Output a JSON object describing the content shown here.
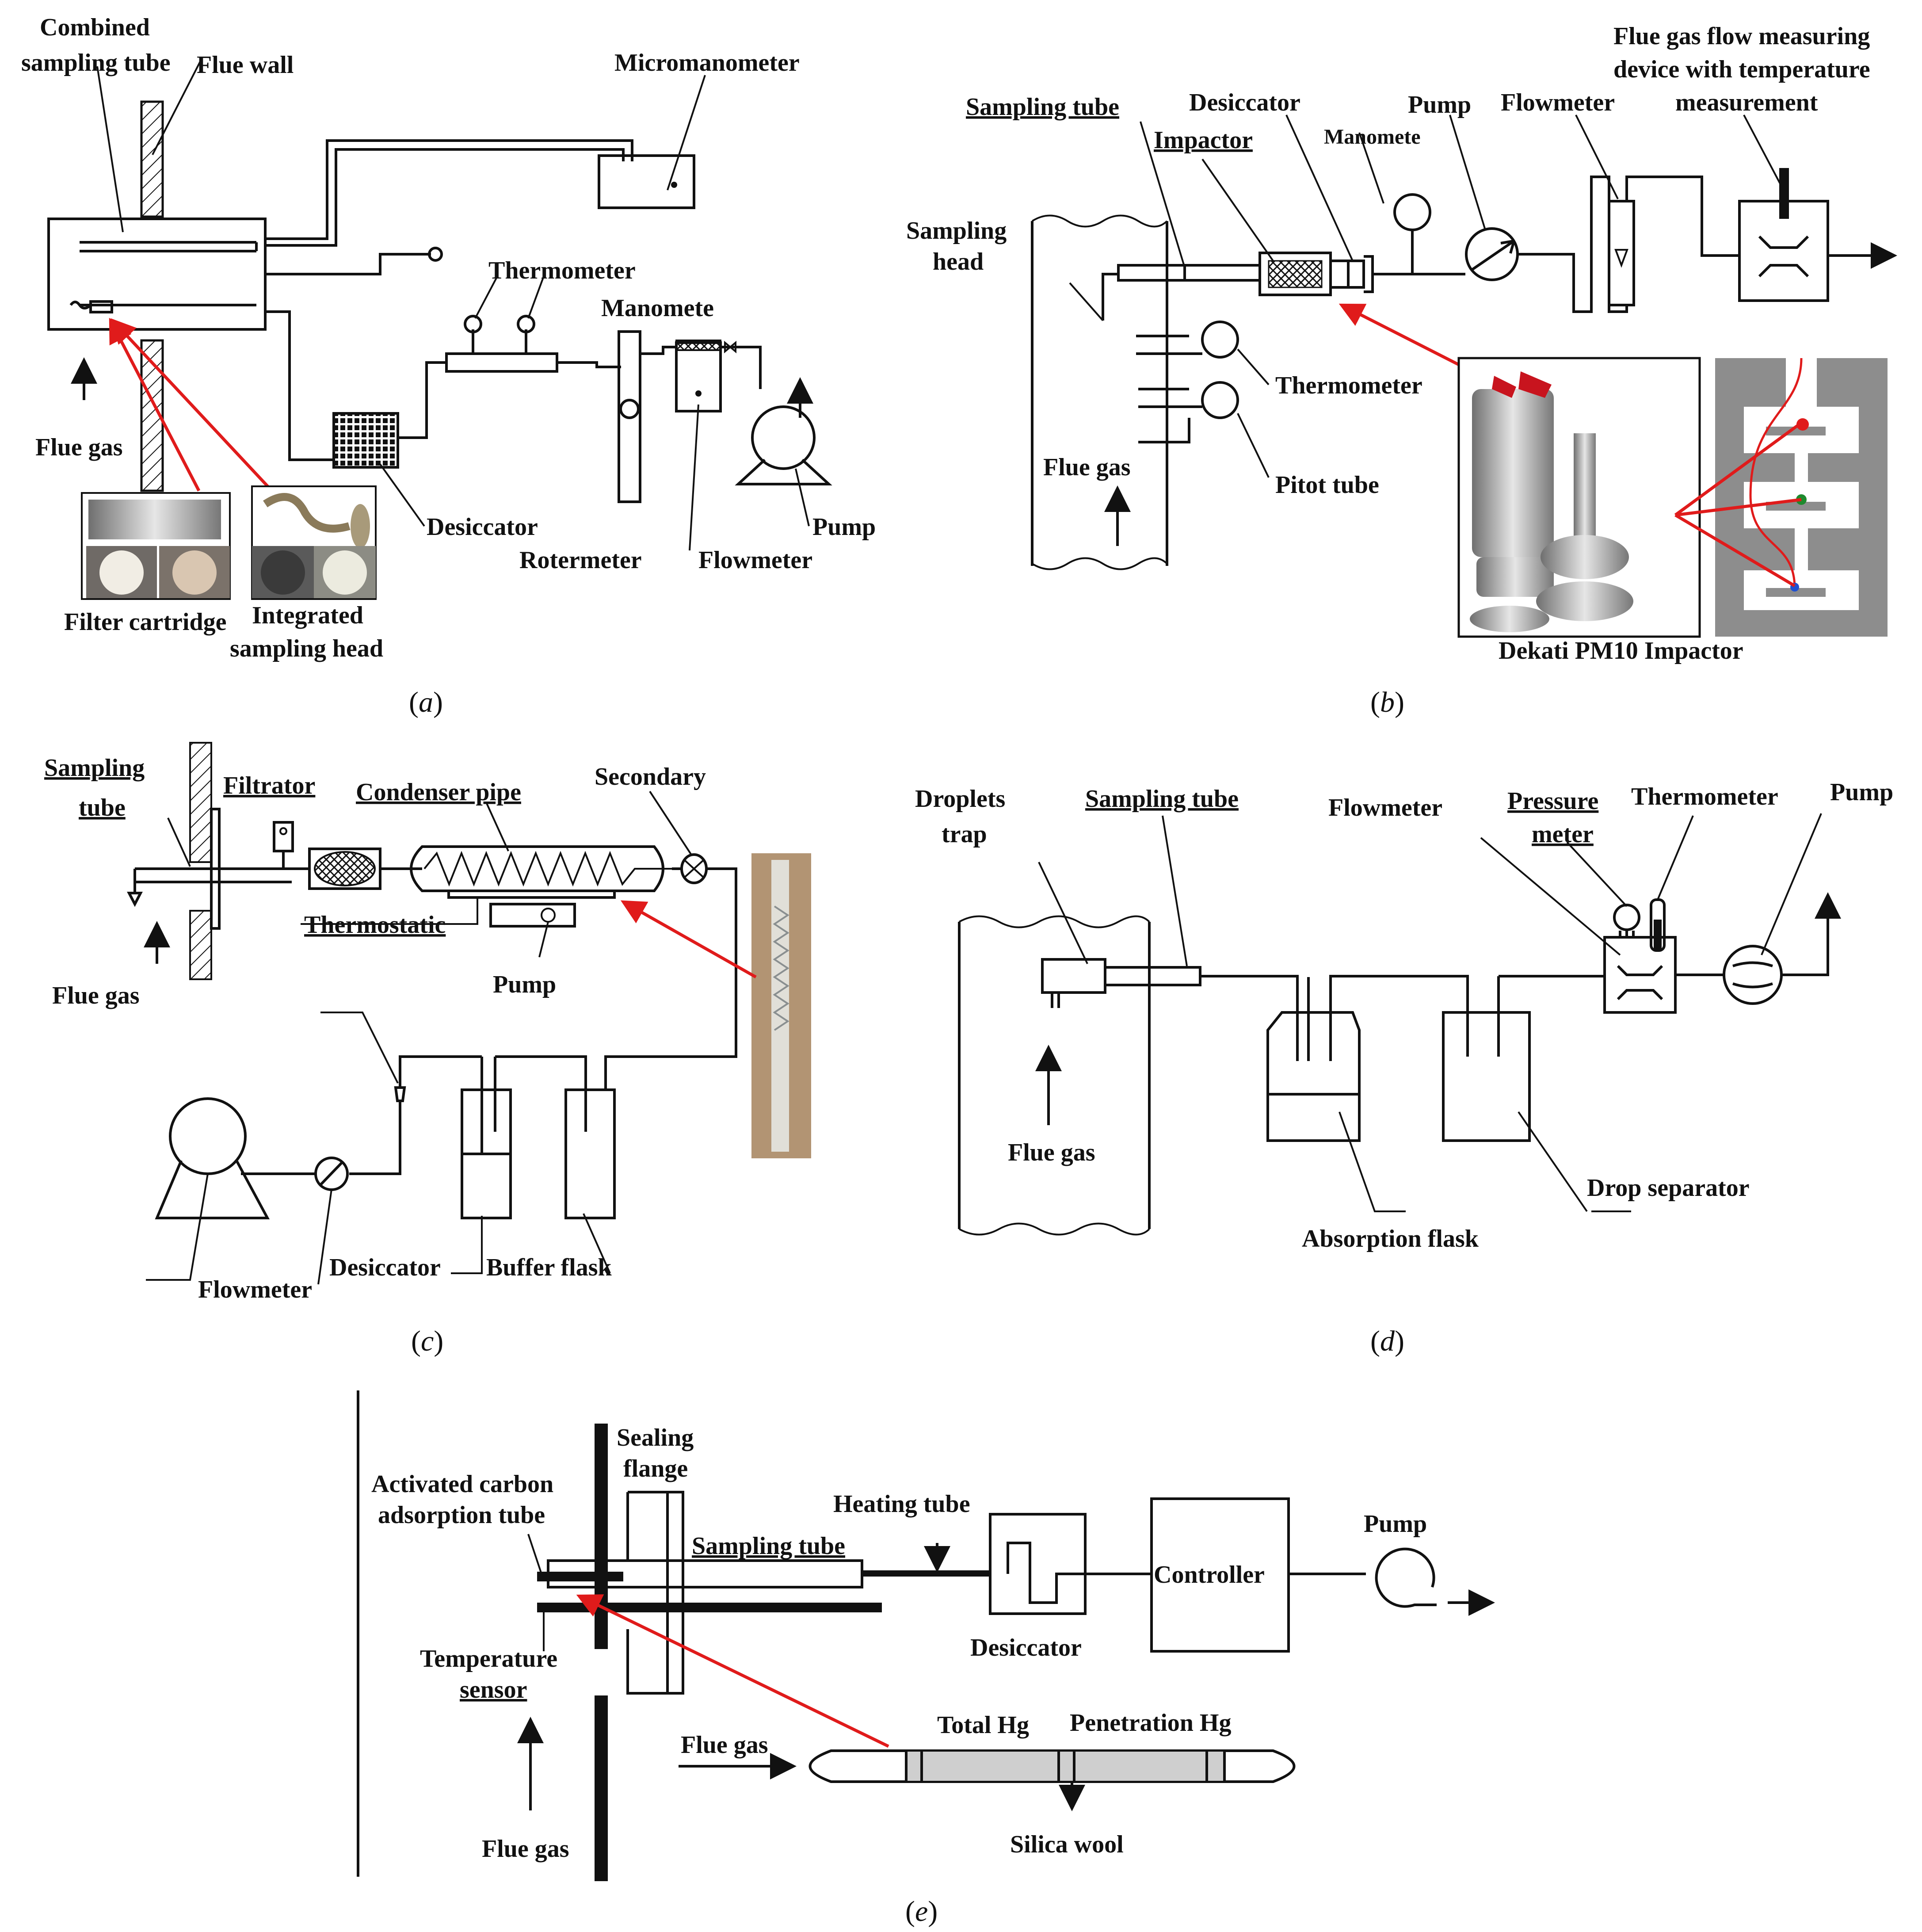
{
  "colors": {
    "ink": "#111111",
    "accent_red": "#e01b1b",
    "photo_grey": "#a9aaa8",
    "stack_grey": "#8d8d8d"
  },
  "panel_a": {
    "caption_open": "(",
    "caption_letter": "a",
    "caption_close": ")",
    "labels": {
      "combined_1": "Combined",
      "combined_2": "sampling tube",
      "flue_wall": "Flue wall",
      "micromanometer": "Micromanometer",
      "thermometer": "Thermometer",
      "manomete": "Manomete",
      "flue_gas": "Flue gas",
      "desiccator": "Desiccator",
      "rotermeter": "Rotermeter",
      "flowmeter": "Flowmeter",
      "pump": "Pump",
      "filter_cartridge": "Filter cartridge",
      "integrated_1": "Integrated",
      "integrated_2": "sampling head"
    }
  },
  "panel_b": {
    "caption_open": "(",
    "caption_letter": "b",
    "caption_close": ")",
    "labels": {
      "sampling_tube": "Sampling tube",
      "impactor": "Impactor",
      "desiccator": "Desiccator",
      "manomete": "Manomete",
      "pump": "Pump",
      "flowmeter": "Flowmeter",
      "flue_meas_1": "Flue gas flow measuring",
      "flue_meas_2": "device with temperature",
      "flue_meas_3": "measurement",
      "sampling_head_1": "Sampling",
      "sampling_head_2": "head",
      "thermometer": "Thermometer",
      "flue_gas": "Flue gas",
      "pitot_tube": "Pitot tube",
      "dekati": "Dekati PM10 Impactor"
    }
  },
  "panel_c": {
    "caption_open": "(",
    "caption_letter": "c",
    "caption_close": ")",
    "labels": {
      "sampling_1": "Sampling",
      "sampling_2": "tube",
      "filtrator": "Filtrator",
      "condenser": "Condenser pipe",
      "secondary": "Secondary",
      "thermostatic": "Thermostatic",
      "pump": "Pump",
      "flue_gas": "Flue gas",
      "desiccator": "Desiccator",
      "buffer": "Buffer flask",
      "flowmeter": "Flowmeter"
    }
  },
  "panel_d": {
    "caption_open": "(",
    "caption_letter": "d",
    "caption_close": ")",
    "labels": {
      "droplets_1": "Droplets",
      "droplets_2": "trap",
      "sampling_tube": "Sampling tube",
      "flowmeter": "Flowmeter",
      "pressure_1": "Pressure",
      "pressure_2": "meter",
      "thermometer": "Thermometer",
      "pump": "Pump",
      "flue_gas": "Flue gas",
      "drop_sep": "Drop separator",
      "absorption": "Absorption flask"
    }
  },
  "panel_e": {
    "caption_open": "(",
    "caption_letter": "e",
    "caption_close": ")",
    "labels": {
      "sealing_1": "Sealing",
      "sealing_2": "flange",
      "activated_1": "Activated carbon",
      "activated_2": "adsorption tube",
      "heating": "Heating tube",
      "sampling_tube": "Sampling tube",
      "controller": "Controller",
      "pump": "Pump",
      "desiccator": "Desiccator",
      "temp_1": "Temperature",
      "temp_2": "sensor",
      "flue_gas_in": "Flue gas",
      "total_hg": "Total Hg",
      "penetration_hg": "Penetration Hg",
      "silica": "Silica wool",
      "flue_gas": "Flue gas"
    }
  }
}
